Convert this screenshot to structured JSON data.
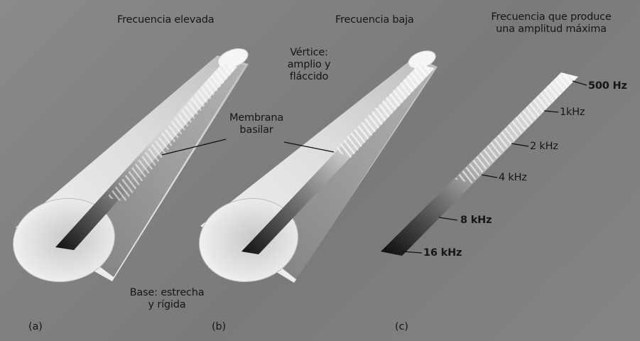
{
  "panel_a": {
    "title": "Frecuencia elevada",
    "letter": "(a)",
    "base_label": [
      "Base: estrecha",
      "y rígida"
    ]
  },
  "panel_b": {
    "title": "Frecuencia baja",
    "letter": "(b)",
    "apex_label": [
      "Vértice:",
      "amplio y",
      "fláccido"
    ],
    "membrane_label": [
      "Membrana",
      "basilar"
    ]
  },
  "panel_c": {
    "title": [
      "Frecuencia que produce",
      "una amplitud máxima"
    ],
    "letter": "(c)",
    "frequency_labels": [
      "500 Hz",
      "1kHz",
      "2 kHz",
      "4 kHz",
      "8 kHz",
      "16 kHz"
    ]
  }
}
